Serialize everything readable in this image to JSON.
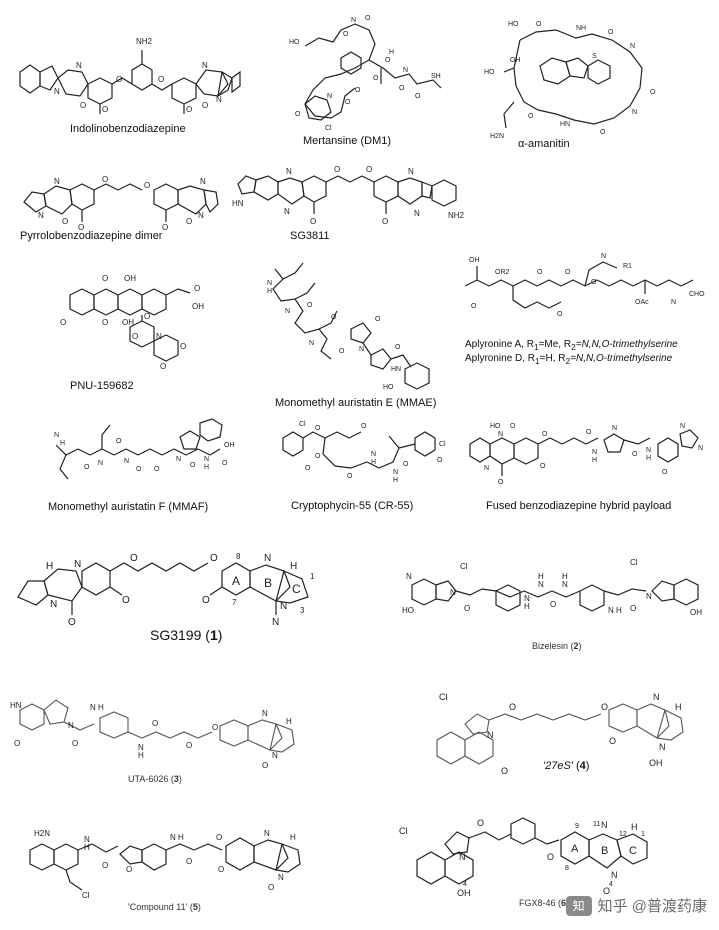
{
  "structures": {
    "indolino": {
      "caption": "Indolinobenzodiazepine",
      "atoms": [
        "NH2",
        "N",
        "N",
        "O",
        "O",
        "O",
        "O",
        "N",
        "N",
        "O",
        "O"
      ]
    },
    "mertansine": {
      "caption": "Mertansine (DM1)",
      "atoms": [
        "HO",
        "N",
        "O",
        "O",
        "O",
        "O",
        "N",
        "O",
        "Cl",
        "O",
        "O",
        "O",
        "O",
        "SH",
        "N",
        "H"
      ]
    },
    "amanitin": {
      "caption": "α-amanitin",
      "atoms": [
        "HO",
        "OH",
        "HO",
        "H2N",
        "O",
        "NH",
        "O",
        "N",
        "S",
        "O",
        "O",
        "N",
        "HN",
        "O"
      ]
    },
    "pbd_dimer": {
      "caption": "Pyrrolobenzodiazepine dimer",
      "atoms": [
        "N",
        "O",
        "O",
        "O",
        "O",
        "N",
        "N",
        "O",
        "O",
        "N"
      ]
    },
    "sg3811": {
      "caption": "SG3811",
      "atoms": [
        "HN",
        "N",
        "N",
        "O",
        "O",
        "O",
        "O",
        "N",
        "N",
        "NH2"
      ]
    },
    "pnu": {
      "caption": "PNU-159682",
      "atoms": [
        "O",
        "OH",
        "O",
        "OH",
        "OH",
        "O",
        "O",
        "O",
        "O",
        "N",
        "O",
        "O"
      ]
    },
    "mmae": {
      "caption": "Monomethyl auristatin E (MMAE)",
      "atoms": [
        "N",
        "H",
        "O",
        "N",
        "O",
        "N",
        "O",
        "O",
        "N",
        "O",
        "HN",
        "HO"
      ]
    },
    "aplyronine": {
      "atoms": [
        "OH",
        "OR2",
        "O",
        "O",
        "N",
        "R1",
        "O",
        "OAc",
        "N",
        "CHO",
        "O",
        "O"
      ],
      "line1": {
        "name": "Aplyronine A, R",
        "sub1": "1",
        "mid": "=Me, R",
        "sub2": "2",
        "tail": "=N,N,O-trimethylserine"
      },
      "line2": {
        "name": "Aplyronine D, R",
        "sub1": "1",
        "mid": "=H, R",
        "sub2": "2",
        "tail": "=N,N,O-trimethylserine"
      }
    },
    "mmaf": {
      "caption": "Monomethyl auristatin F (MMAF)",
      "atoms": [
        "N",
        "H",
        "O",
        "N",
        "O",
        "N",
        "O",
        "O",
        "N",
        "O",
        "N",
        "H",
        "OH",
        "O"
      ]
    },
    "crypto": {
      "caption": "Cryptophycin-55 (CR-55)",
      "atoms": [
        "Cl",
        "O",
        "O",
        "O",
        "O",
        "O",
        "N",
        "H",
        "N",
        "H",
        "O",
        "O",
        "Cl"
      ]
    },
    "fused": {
      "caption": "Fused benzodiazepine hybrid payload",
      "atoms": [
        "HO",
        "O",
        "N",
        "N",
        "O",
        "O",
        "O",
        "O",
        "N",
        "H",
        "O",
        "N",
        "N",
        "N",
        "O",
        "N",
        "H"
      ]
    },
    "sg3199": {
      "caption": "SG3199",
      "number": "1",
      "atoms": [
        "H",
        "N",
        "O",
        "O",
        "O",
        "O",
        "N",
        "N",
        "O",
        "N",
        "H",
        "N"
      ],
      "ring_labels": [
        "A",
        "B",
        "C"
      ],
      "position_labels": [
        "8",
        "7",
        "1",
        "3"
      ]
    },
    "bizelesin": {
      "caption": "Bizelesin",
      "number": "2",
      "atoms": [
        "Cl",
        "Cl",
        "N",
        "N",
        "O",
        "HO",
        "N",
        "H",
        "N",
        "H",
        "O",
        "N",
        "H",
        "N",
        "H",
        "O",
        "N",
        "OH"
      ]
    },
    "uta": {
      "caption": "UTA-6026",
      "number": "3",
      "atoms": [
        "HN",
        "O",
        "N",
        "O",
        "N",
        "H",
        "N",
        "H",
        "O",
        "O",
        "O",
        "N",
        "H",
        "N",
        "O"
      ]
    },
    "e27s": {
      "caption": "'27eS'",
      "number": "4",
      "atoms": [
        "Cl",
        "N",
        "O",
        "O",
        "N",
        "H",
        "N",
        "O",
        "O",
        "OH"
      ]
    },
    "compound11": {
      "caption": "'Compound 11'",
      "number": "5",
      "atoms": [
        "H2N",
        "N",
        "H",
        "O",
        "O",
        "N",
        "H",
        "O",
        "O",
        "O",
        "N",
        "H",
        "N",
        "Cl",
        "O"
      ]
    },
    "fgx": {
      "caption": "FGX8-46",
      "number": "6",
      "atoms": [
        "Cl",
        "N",
        "O",
        "O",
        "N",
        "N",
        "H",
        "OH",
        "O"
      ],
      "ring_labels": [
        "A",
        "B",
        "C"
      ],
      "position_labels": [
        "9",
        "11",
        "12",
        "1",
        "8",
        "4",
        "4"
      ]
    }
  },
  "watermark": {
    "logo": "知",
    "text": "知乎 @普渡药康"
  }
}
